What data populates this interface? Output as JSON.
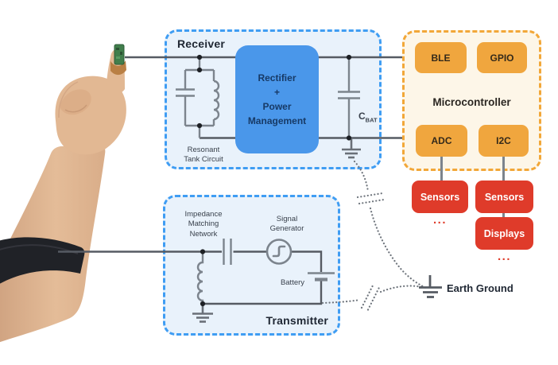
{
  "colors": {
    "accent_blue": "#3f9df3",
    "panel_blue_bg": "#e9f2fb",
    "rectifier_blue": "#4a97ea",
    "rectifier_text": "#173a66",
    "accent_orange": "#f2a738",
    "mcu_bg": "#fdf6e8",
    "chip_orange": "#f0a63e",
    "chip_text": "#33291a",
    "peripheral_red": "#df3b2a",
    "wire_gray": "#565b63",
    "symbol_gray": "#7c848d",
    "label_dark": "#1f2733"
  },
  "receiver": {
    "title": "Receiver",
    "rectifier_label": "Rectifier\n+\nPower\nManagement",
    "resonant_tank_label": "Resonant\nTank Circuit",
    "cbat_main": "C",
    "cbat_sub": "BAT"
  },
  "transmitter": {
    "title": "Transmitter",
    "impedance_label": "Impedance\nMatching\nNetwork",
    "signal_generator_label": "Signal\nGenerator",
    "battery_label": "Battery"
  },
  "microcontroller": {
    "title": "Microcontroller",
    "chips": [
      {
        "label": "BLE"
      },
      {
        "label": "GPIO"
      },
      {
        "label": "ADC"
      },
      {
        "label": "I2C"
      }
    ]
  },
  "peripherals": {
    "adc_sensors_label": "Sensors",
    "i2c_sensors_label": "Sensors",
    "displays_label": "Displays",
    "more_indicator": "..."
  },
  "earth_ground_label": "Earth Ground"
}
